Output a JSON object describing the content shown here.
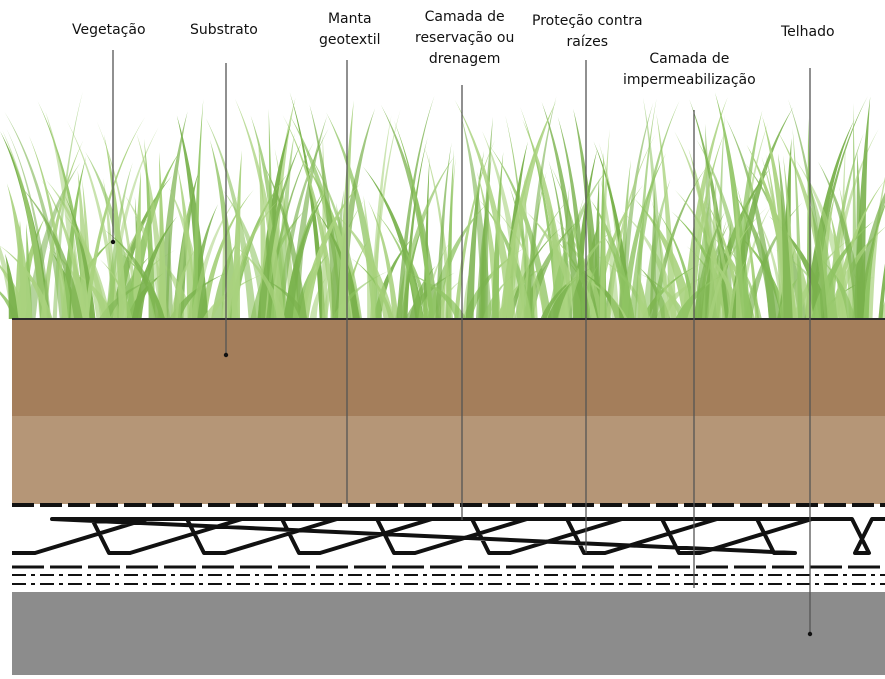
{
  "diagram": {
    "labels": {
      "vegetacao": [
        "Vegetação"
      ],
      "substrato": [
        "Substrato"
      ],
      "manta": [
        "Manta",
        "geotextil"
      ],
      "reservacao": [
        "Camada de",
        "reservação ou",
        "drenagem"
      ],
      "protecao": [
        "Proteção contra",
        "raízes"
      ],
      "impermeabilizacao": [
        "Camada de",
        "impermeabilização"
      ],
      "telhado": [
        "Telhado"
      ]
    },
    "colors": {
      "grass_light": "#a9d27e",
      "grass_mid": "#8fc463",
      "grass_dark": "#79b14c",
      "soil_top": "#a47e5b",
      "soil_bottom": "#b59677",
      "roof": "#8c8c8c",
      "line": "#111111",
      "leader": "#555555"
    }
  }
}
